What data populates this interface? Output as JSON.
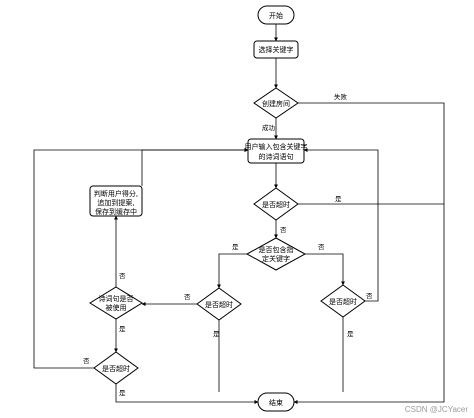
{
  "nodes": {
    "start": "开始",
    "select_keyword": "选择关键字",
    "create_room": "创建房间",
    "user_input": [
      "用户输入包含关键字",
      "的诗词语句"
    ],
    "timeout_check": "是否超时",
    "contains_keyword": [
      "是否包含指",
      "定关键字"
    ],
    "judge": [
      "判断用户得分,",
      "追加到提案,",
      "保存到缓存中"
    ],
    "poem_used": [
      "诗词句是否",
      "被使用"
    ],
    "timeout_left": "是否超时",
    "timeout_mid": "是否超时",
    "timeout_right": "是否超时",
    "end": "结束"
  },
  "edges": {
    "success": "成功",
    "fail": "失败",
    "yes_timeout_top": "是",
    "no_timeout_top": "否",
    "yes_contains": "是",
    "no_contains": "否",
    "yes_mid": "是",
    "no_mid": "否",
    "no_right": "否",
    "yes_right": "是",
    "no_poem": "否",
    "yes_poem": "是",
    "no_left": "否",
    "yes_left": "是"
  },
  "watermark": "CSDN @JCYacer"
}
